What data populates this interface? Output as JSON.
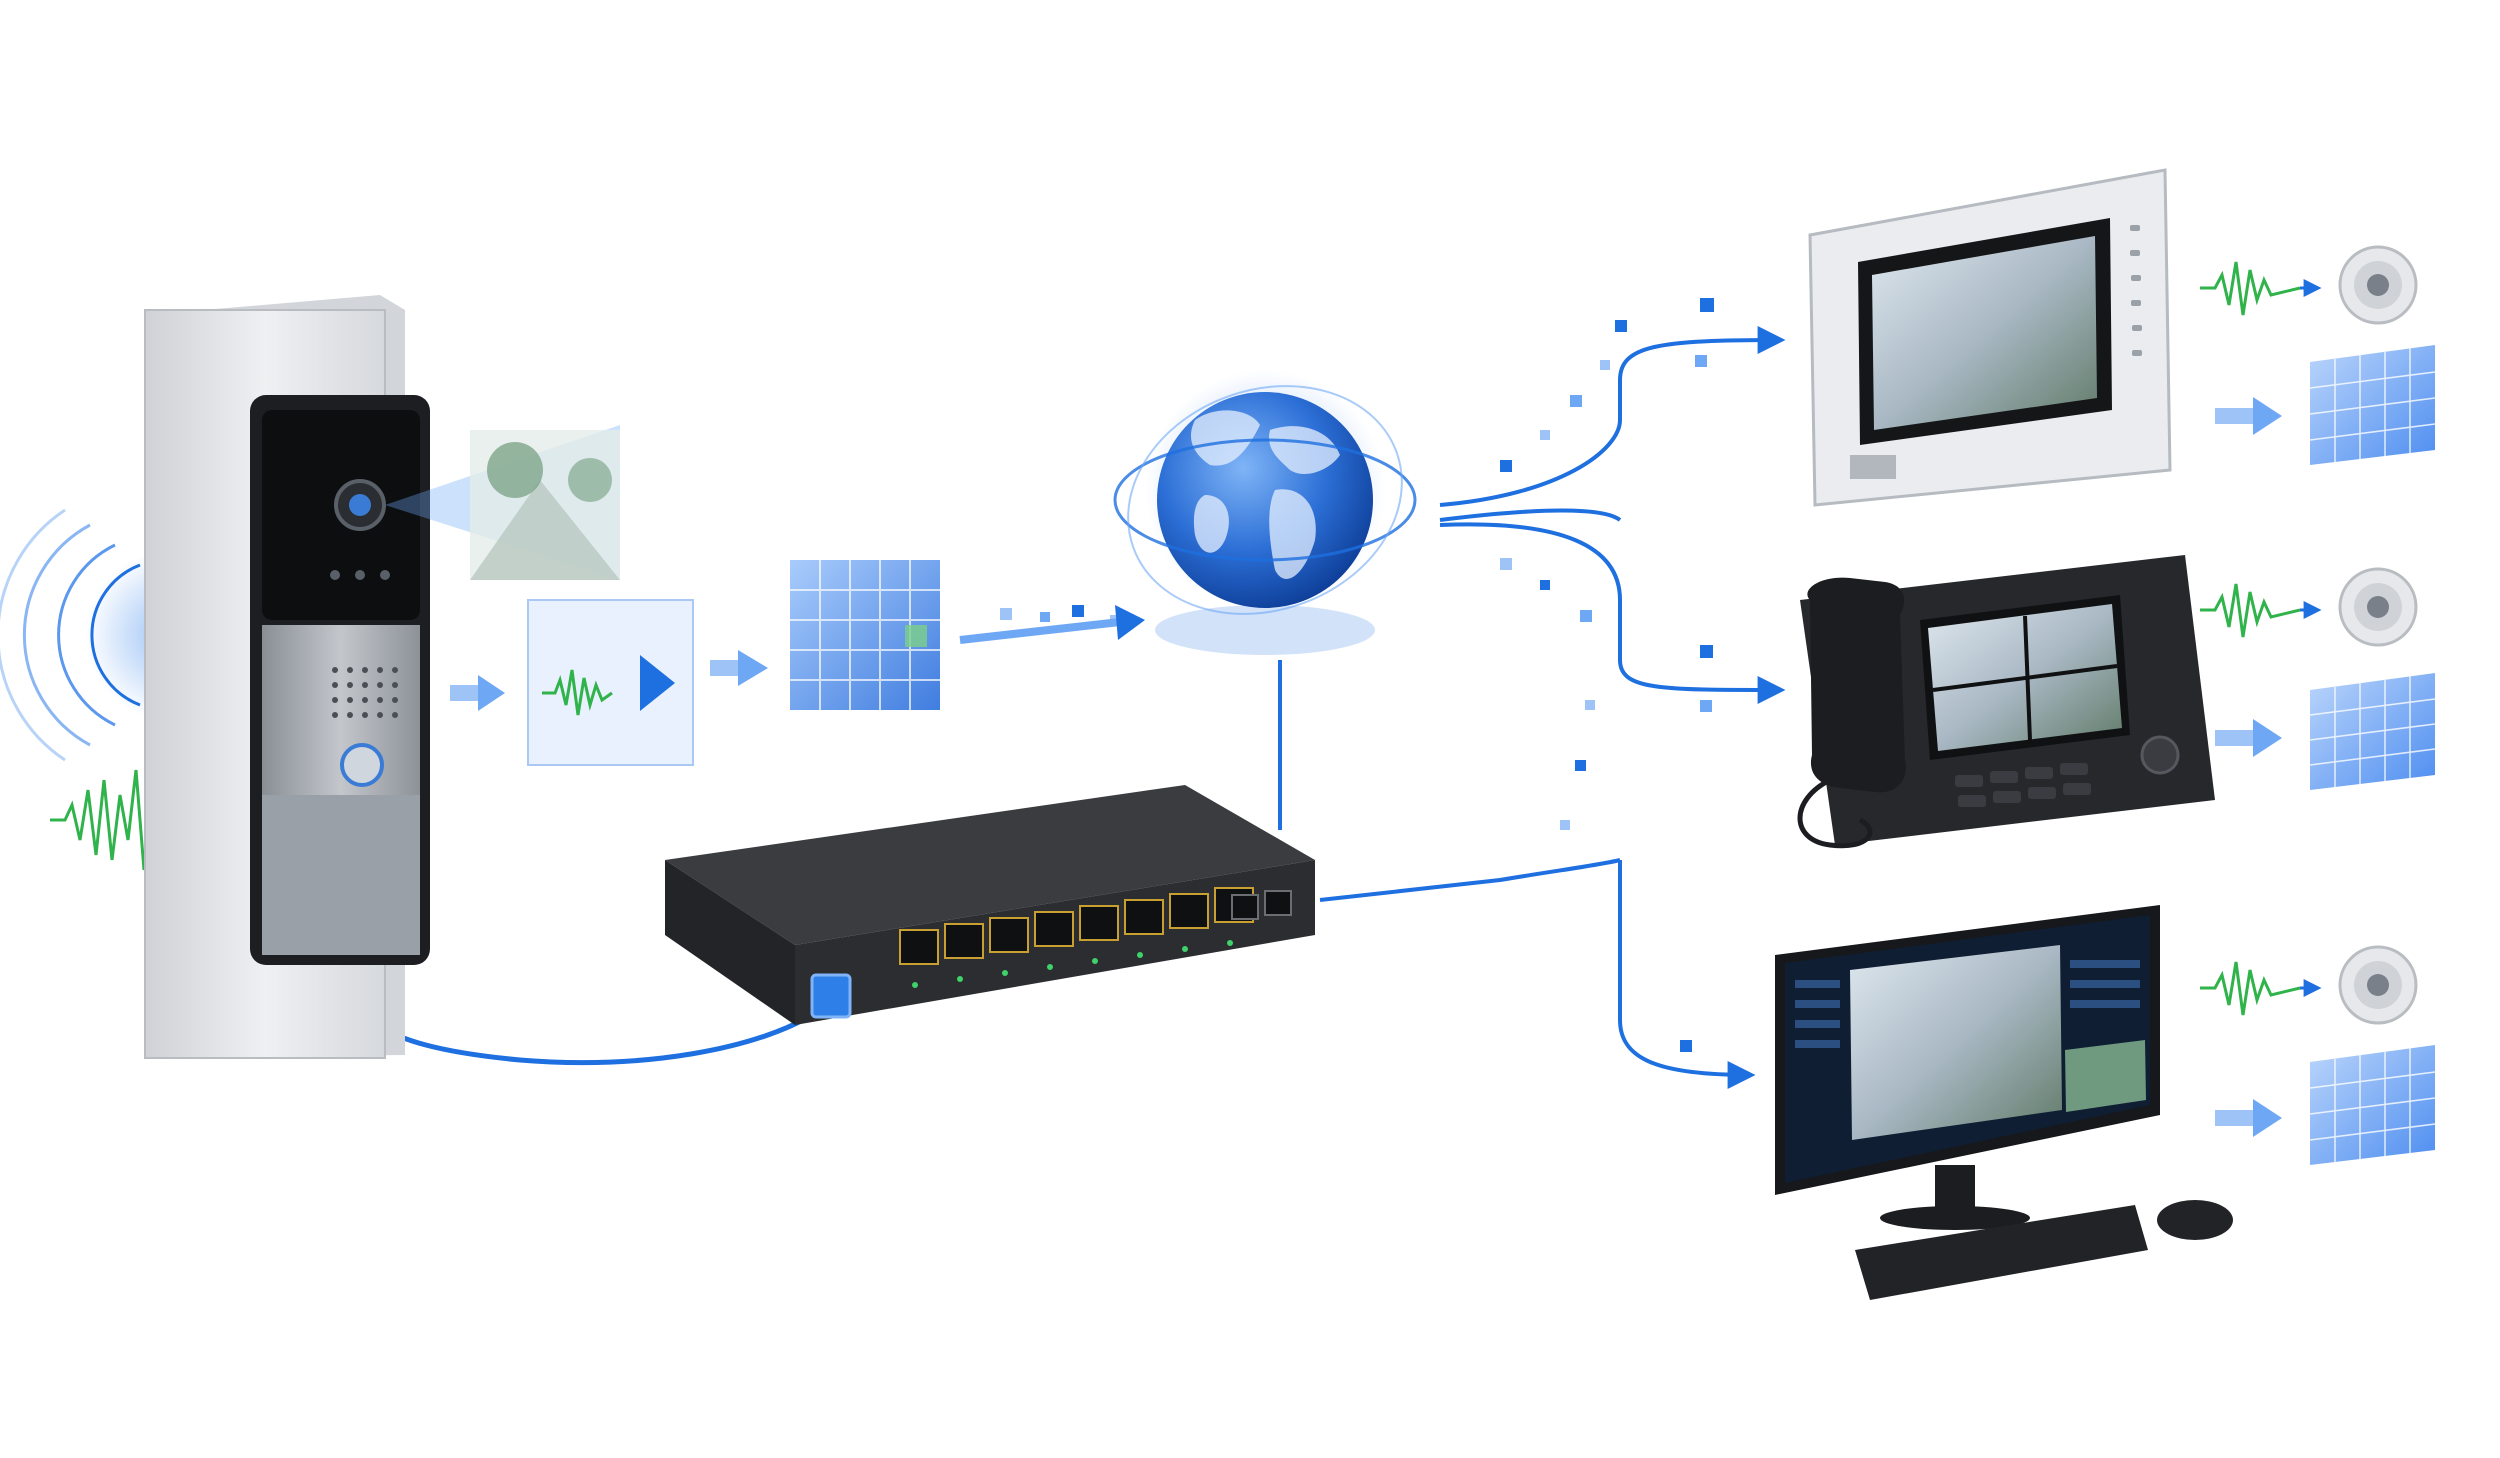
{
  "diagram": {
    "text_labels": [],
    "nodes": [
      {
        "id": "door-station",
        "icon": "video-door-station"
      },
      {
        "id": "audio-capture",
        "icon": "sound-wave-icon"
      },
      {
        "id": "camera-capture",
        "icon": "camera-view-icon"
      },
      {
        "id": "media-encoding",
        "icon": "audio-video-frame-icon"
      },
      {
        "id": "data-packets",
        "icon": "data-cube-icon"
      },
      {
        "id": "internet",
        "icon": "globe-icon"
      },
      {
        "id": "poe-switch",
        "icon": "network-switch-icon",
        "rj45_ports": 8,
        "sfp_ports": 2
      },
      {
        "id": "indoor-monitor",
        "icon": "indoor-monitor-icon"
      },
      {
        "id": "video-desk-phone",
        "icon": "desk-phone-icon"
      },
      {
        "id": "management-pc",
        "icon": "desktop-computer-icon"
      }
    ],
    "outputs": [
      {
        "device": "indoor-monitor",
        "audio": "speaker-icon",
        "video": "pixel-grid-icon"
      },
      {
        "device": "video-desk-phone",
        "audio": "speaker-icon",
        "video": "pixel-grid-icon"
      },
      {
        "device": "management-pc",
        "audio": "speaker-icon",
        "video": "pixel-grid-icon"
      }
    ],
    "colors": {
      "flow_blue": "#1e6fe0",
      "arrow_light": "#6ea8f5",
      "audio_green": "#2fb34a",
      "device_dark": "#2b2d31",
      "panel_silver": "#cfd3d8"
    }
  }
}
